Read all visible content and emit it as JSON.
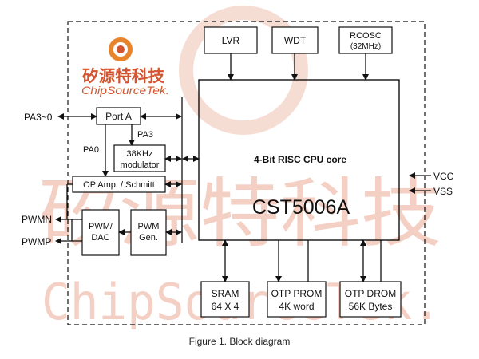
{
  "logo": {
    "company_cn": "矽源特科技",
    "company_en": "ChipSourceTek."
  },
  "watermark": {
    "cn": "矽源特科技",
    "en": "ChipSourceTek."
  },
  "blocks": {
    "lvr": "LVR",
    "wdt": "WDT",
    "rcosc": "RCOSC",
    "rcosc_freq": "(32MHz)",
    "port_a": "Port A",
    "modulator_line1": "38KHz",
    "modulator_line2": "modulator",
    "op_amp": "OP Amp. / Schmitt",
    "pwm_dac_line1": "PWM/",
    "pwm_dac_line2": "DAC",
    "pwm_gen_line1": "PWM",
    "pwm_gen_line2": "Gen.",
    "cpu_core": "4-Bit RISC CPU core",
    "chip_name": "CST5006A",
    "sram_line1": "SRAM",
    "sram_line2": "64 X 4",
    "otp_prom_line1": "OTP PROM",
    "otp_prom_line2": "4K word",
    "otp_drom_line1": "OTP DROM",
    "otp_drom_line2": "56K Bytes"
  },
  "signals": {
    "pa3_0": "PA3~0",
    "pa3": "PA3",
    "pa0": "PA0",
    "pwmn": "PWMN",
    "pwmp": "PWMP",
    "vcc": "VCC",
    "vss": "VSS"
  },
  "caption": "Figure 1. Block diagram"
}
